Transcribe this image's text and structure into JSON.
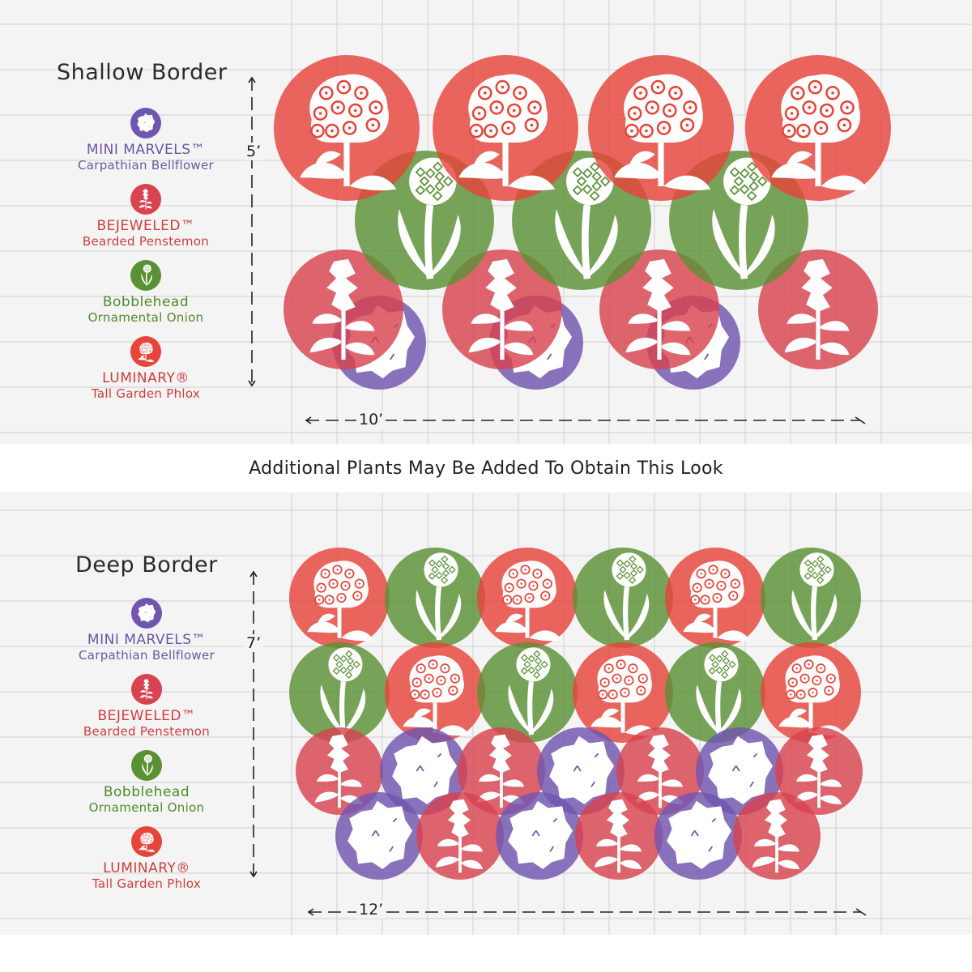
{
  "colors": {
    "purple": "#7056b0",
    "red_penstemon": "#d8434f",
    "green": "#5a9134",
    "red_phlox": "#e7443a",
    "text_purple": "#6a55a8",
    "text_red": "#cf3c3c",
    "text_green": "#4f8a2a",
    "grid": "#cfcfcf"
  },
  "legend": [
    {
      "key": "bellflower",
      "name": "MINI MARVELS™",
      "sub": "Carpathian Bellflower",
      "icon": "bellflower-icon"
    },
    {
      "key": "penstemon",
      "name": "BEJEWELED™",
      "sub": "Bearded Penstemon",
      "icon": "penstemon-icon"
    },
    {
      "key": "onion",
      "name": "Bobblehead",
      "sub": "Ornamental Onion",
      "icon": "onion-icon"
    },
    {
      "key": "phlox",
      "name": "LUMINARY®",
      "sub": "Tall Garden Phlox",
      "icon": "phlox-icon"
    }
  ],
  "shallow": {
    "title": "Shallow Border",
    "height_label": "5’",
    "width_label": "10’"
  },
  "separator": "Additional Plants May Be Added To Obtain This Look",
  "deep": {
    "title": "Deep Border",
    "height_label": "7’",
    "width_label": "12’"
  }
}
